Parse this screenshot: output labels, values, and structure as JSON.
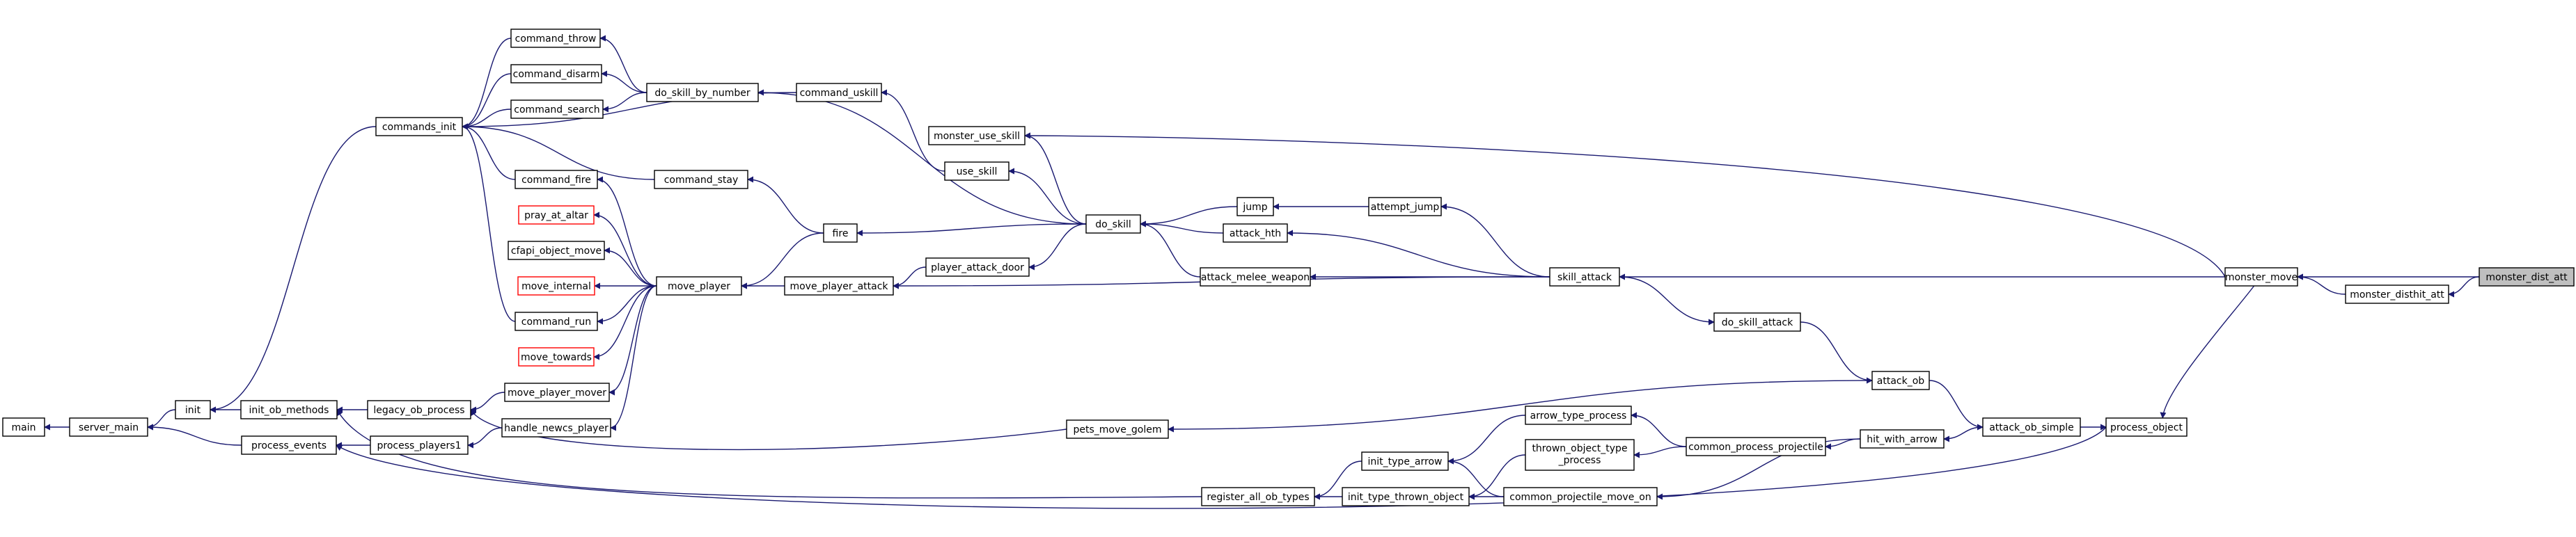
{
  "colors": {
    "edge": "#191970",
    "node_border": "#000000",
    "node_border_missing": "#ff0000",
    "root_fill": "#bfbfbf",
    "node_fill": "#ffffff"
  },
  "nodes": [
    {
      "id": "monster_dist_att",
      "label": "monster_dist_att",
      "style": "root"
    },
    {
      "id": "monster_move",
      "label": "monster_move"
    },
    {
      "id": "monster_disthit_att",
      "label": "monster_disthit_att"
    },
    {
      "id": "process_object",
      "label": "process_object"
    },
    {
      "id": "skill_attack",
      "label": "skill_attack"
    },
    {
      "id": "monster_use_skill",
      "label": "monster_use_skill"
    },
    {
      "id": "attempt_jump",
      "label": "attempt_jump"
    },
    {
      "id": "jump",
      "label": "jump"
    },
    {
      "id": "do_skill",
      "label": "do_skill"
    },
    {
      "id": "attack_hth",
      "label": "attack_hth"
    },
    {
      "id": "attack_melee_weapon",
      "label": "attack_melee_weapon"
    },
    {
      "id": "do_skill_attack",
      "label": "do_skill_attack"
    },
    {
      "id": "attack_ob",
      "label": "attack_ob"
    },
    {
      "id": "attack_ob_simple",
      "label": "attack_ob_simple"
    },
    {
      "id": "hit_with_arrow",
      "label": "hit_with_arrow"
    },
    {
      "id": "common_process_projectile",
      "label": "common_process_projectile"
    },
    {
      "id": "arrow_type_process",
      "label": "arrow_type_process"
    },
    {
      "id": "thrown_object_type_process",
      "label_lines": [
        "thrown_object_type",
        "_process"
      ]
    },
    {
      "id": "common_projectile_move_on",
      "label": "common_projectile_move_on"
    },
    {
      "id": "init_type_arrow",
      "label": "init_type_arrow"
    },
    {
      "id": "init_type_thrown_object",
      "label": "init_type_thrown_object"
    },
    {
      "id": "register_all_ob_types",
      "label": "register_all_ob_types"
    },
    {
      "id": "pets_move_golem",
      "label": "pets_move_golem"
    },
    {
      "id": "command_uskill",
      "label": "command_uskill"
    },
    {
      "id": "use_skill",
      "label": "use_skill"
    },
    {
      "id": "do_skill_by_number",
      "label": "do_skill_by_number"
    },
    {
      "id": "command_throw",
      "label": "command_throw"
    },
    {
      "id": "command_disarm",
      "label": "command_disarm"
    },
    {
      "id": "command_search",
      "label": "command_search"
    },
    {
      "id": "commands_init",
      "label": "commands_init"
    },
    {
      "id": "fire",
      "label": "fire"
    },
    {
      "id": "command_stay",
      "label": "command_stay"
    },
    {
      "id": "command_fire",
      "label": "command_fire"
    },
    {
      "id": "player_attack_door",
      "label": "player_attack_door"
    },
    {
      "id": "move_player_attack",
      "label": "move_player_attack"
    },
    {
      "id": "move_player",
      "label": "move_player"
    },
    {
      "id": "pray_at_altar",
      "label": "pray_at_altar",
      "style": "red"
    },
    {
      "id": "cfapi_object_move",
      "label": "cfapi_object_move"
    },
    {
      "id": "move_internal",
      "label": "move_internal",
      "style": "red"
    },
    {
      "id": "command_run",
      "label": "command_run"
    },
    {
      "id": "move_towards",
      "label": "move_towards",
      "style": "red"
    },
    {
      "id": "move_player_mover",
      "label": "move_player_mover"
    },
    {
      "id": "handle_newcs_player",
      "label": "handle_newcs_player"
    },
    {
      "id": "legacy_ob_process",
      "label": "legacy_ob_process"
    },
    {
      "id": "process_players1",
      "label": "process_players1"
    },
    {
      "id": "init_ob_methods",
      "label": "init_ob_methods"
    },
    {
      "id": "process_events",
      "label": "process_events"
    },
    {
      "id": "init",
      "label": "init"
    },
    {
      "id": "server_main",
      "label": "server_main"
    },
    {
      "id": "main",
      "label": "main"
    }
  ],
  "edges": [
    {
      "from": "monster_dist_att",
      "to": "monster_move"
    },
    {
      "from": "monster_dist_att",
      "to": "monster_disthit_att"
    },
    {
      "from": "monster_disthit_att",
      "to": "monster_move"
    },
    {
      "from": "monster_move",
      "to": "process_object"
    },
    {
      "from": "monster_move",
      "to": "skill_attack"
    },
    {
      "from": "monster_move",
      "to": "monster_use_skill"
    },
    {
      "from": "skill_attack",
      "to": "attempt_jump"
    },
    {
      "from": "skill_attack",
      "to": "attack_hth"
    },
    {
      "from": "skill_attack",
      "to": "attack_melee_weapon"
    },
    {
      "from": "skill_attack",
      "to": "do_skill_attack"
    },
    {
      "from": "skill_attack",
      "to": "move_player_attack"
    },
    {
      "from": "attempt_jump",
      "to": "jump"
    },
    {
      "from": "jump",
      "to": "do_skill"
    },
    {
      "from": "attack_hth",
      "to": "do_skill"
    },
    {
      "from": "attack_melee_weapon",
      "to": "do_skill"
    },
    {
      "from": "do_skill",
      "to": "monster_use_skill"
    },
    {
      "from": "do_skill",
      "to": "use_skill"
    },
    {
      "from": "do_skill",
      "to": "do_skill_by_number"
    },
    {
      "from": "do_skill",
      "to": "fire"
    },
    {
      "from": "do_skill",
      "to": "player_attack_door"
    },
    {
      "from": "do_skill_attack",
      "to": "attack_ob"
    },
    {
      "from": "attack_ob",
      "to": "attack_ob_simple"
    },
    {
      "from": "attack_ob",
      "to": "pets_move_golem"
    },
    {
      "from": "attack_ob_simple",
      "to": "process_object"
    },
    {
      "from": "attack_ob_simple",
      "to": "hit_with_arrow"
    },
    {
      "from": "hit_with_arrow",
      "to": "common_process_projectile"
    },
    {
      "from": "hit_with_arrow",
      "to": "common_projectile_move_on"
    },
    {
      "from": "common_process_projectile",
      "to": "arrow_type_process"
    },
    {
      "from": "common_process_projectile",
      "to": "thrown_object_type_process"
    },
    {
      "from": "arrow_type_process",
      "to": "init_type_arrow"
    },
    {
      "from": "thrown_object_type_process",
      "to": "init_type_thrown_object"
    },
    {
      "from": "common_projectile_move_on",
      "to": "init_type_arrow"
    },
    {
      "from": "common_projectile_move_on",
      "to": "init_type_thrown_object"
    },
    {
      "from": "init_type_arrow",
      "to": "register_all_ob_types"
    },
    {
      "from": "init_type_thrown_object",
      "to": "register_all_ob_types"
    },
    {
      "from": "register_all_ob_types",
      "to": "init_ob_methods"
    },
    {
      "from": "process_object",
      "to": "process_events"
    },
    {
      "from": "pets_move_golem",
      "to": "legacy_ob_process"
    },
    {
      "from": "use_skill",
      "to": "command_uskill"
    },
    {
      "from": "command_uskill",
      "to": "commands_init"
    },
    {
      "from": "do_skill_by_number",
      "to": "command_throw"
    },
    {
      "from": "do_skill_by_number",
      "to": "command_disarm"
    },
    {
      "from": "do_skill_by_number",
      "to": "command_search"
    },
    {
      "from": "command_throw",
      "to": "commands_init"
    },
    {
      "from": "command_disarm",
      "to": "commands_init"
    },
    {
      "from": "command_search",
      "to": "commands_init"
    },
    {
      "from": "fire",
      "to": "command_stay"
    },
    {
      "from": "fire",
      "to": "move_player"
    },
    {
      "from": "command_stay",
      "to": "commands_init"
    },
    {
      "from": "player_attack_door",
      "to": "move_player_attack"
    },
    {
      "from": "move_player_attack",
      "to": "move_player"
    },
    {
      "from": "move_player",
      "to": "command_fire"
    },
    {
      "from": "move_player",
      "to": "pray_at_altar"
    },
    {
      "from": "move_player",
      "to": "cfapi_object_move"
    },
    {
      "from": "move_player",
      "to": "move_internal"
    },
    {
      "from": "move_player",
      "to": "command_run"
    },
    {
      "from": "move_player",
      "to": "move_towards"
    },
    {
      "from": "move_player",
      "to": "move_player_mover"
    },
    {
      "from": "move_player",
      "to": "handle_newcs_player"
    },
    {
      "from": "command_fire",
      "to": "commands_init"
    },
    {
      "from": "command_run",
      "to": "commands_init"
    },
    {
      "from": "move_player_mover",
      "to": "legacy_ob_process"
    },
    {
      "from": "handle_newcs_player",
      "to": "process_players1"
    },
    {
      "from": "legacy_ob_process",
      "to": "init_ob_methods"
    },
    {
      "from": "process_players1",
      "to": "process_events"
    },
    {
      "from": "commands_init",
      "to": "init"
    },
    {
      "from": "init_ob_methods",
      "to": "init"
    },
    {
      "from": "init",
      "to": "server_main"
    },
    {
      "from": "process_events",
      "to": "server_main"
    },
    {
      "from": "server_main",
      "to": "main"
    }
  ]
}
